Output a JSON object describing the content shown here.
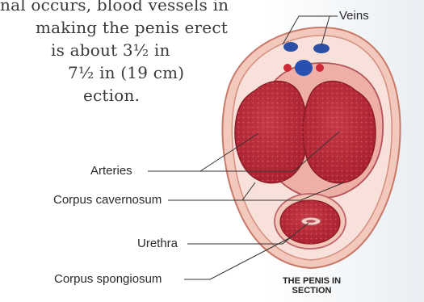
{
  "body_text": {
    "line1": "nal occurs, blood vessels in",
    "line2": "making the penis erect",
    "line3": "is about 3½ in",
    "line4": "7½ in (19 cm)",
    "line5": "ection."
  },
  "labels": {
    "veins": "Veins",
    "arteries": "Arteries",
    "corpus_cavernosum": "Corpus cavernosum",
    "urethra": "Urethra",
    "corpus_spongiosum": "Corpus spongiosum"
  },
  "caption": {
    "line1": "THE PENIS IN",
    "line2": "SECTION"
  }
}
